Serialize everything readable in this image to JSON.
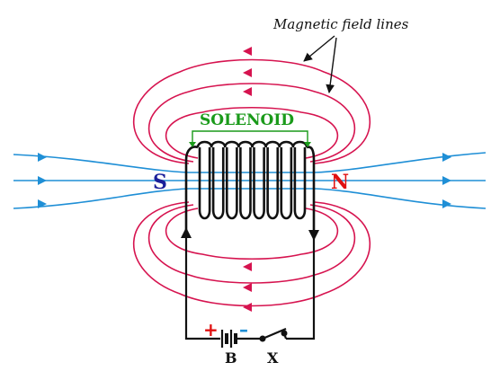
{
  "labels": {
    "field_lines": "Magnetic field lines",
    "solenoid": "SOLENOID",
    "south_pole": "S",
    "north_pole": "N",
    "battery": "B",
    "key": "X",
    "plus_sign": "+",
    "minus_sign": "–"
  },
  "colors": {
    "field_loop": "#d6134f",
    "axial_line": "#1f8fd6",
    "solenoid_label": "#1a9a1a",
    "south_pole": "#1a1f9a",
    "north_pole": "#e01010",
    "plus_sign": "#e01010",
    "minus_sign": "#1f8fd6",
    "wire": "#111111"
  }
}
